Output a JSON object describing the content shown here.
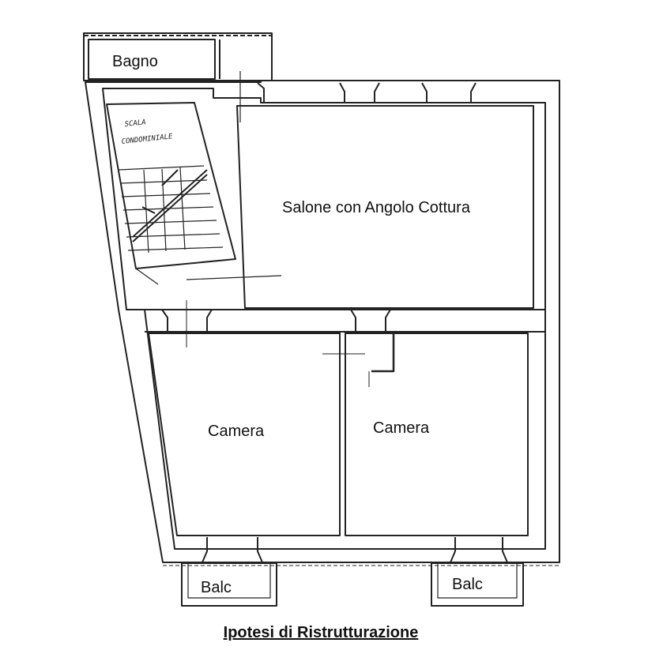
{
  "rooms": {
    "bathroom": "Bagno",
    "living": "Salone con Angolo Cottura",
    "bedroom_left": "Camera",
    "bedroom_right": "Camera",
    "balcony_left": "Balc",
    "balcony_right": "Balc"
  },
  "staircase": {
    "line1": "SCALA",
    "line2": "CONDOMINIALE"
  },
  "caption": "Ipotesi di Ristrutturazione"
}
